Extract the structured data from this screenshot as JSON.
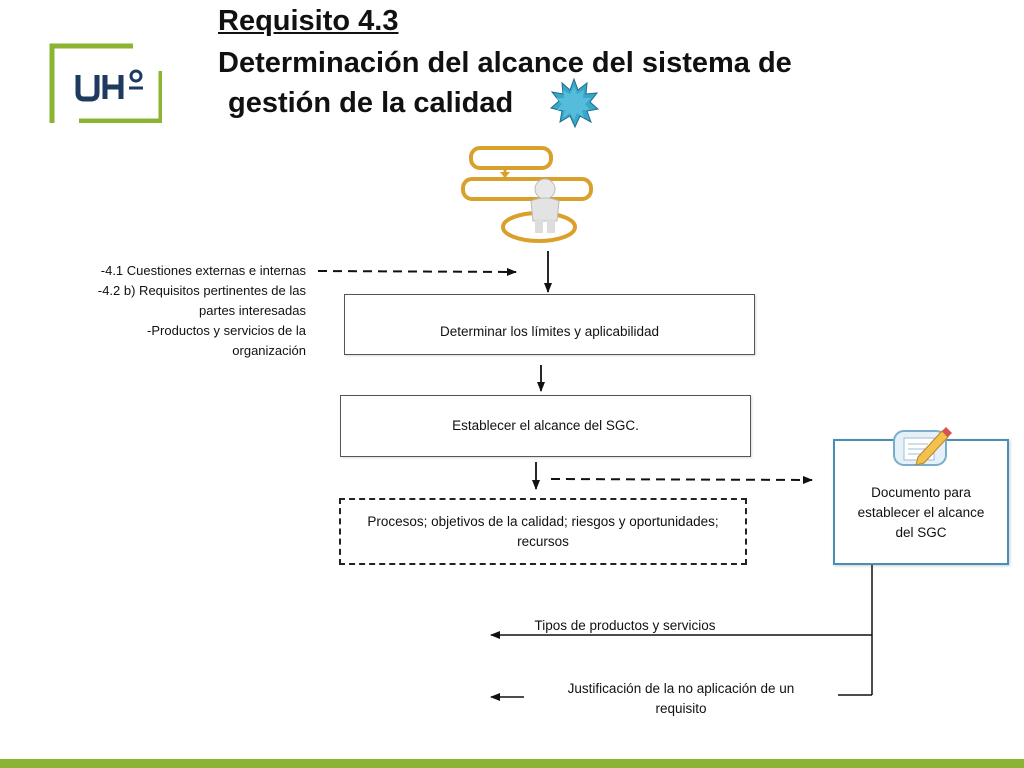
{
  "title": {
    "line1": "Requisito 4.3",
    "line2": "Determinación del alcance del sistema de",
    "line3": "gestión de la calidad"
  },
  "logo": {
    "text": "UHº",
    "color": "#8ab432",
    "text_color": "#1e3a5f"
  },
  "inputs": {
    "lines": [
      "-4.1 Cuestiones externas e internas",
      "-4.2 b) Requisitos pertinentes de las",
      "partes interesadas",
      "-Productos y servicios de la",
      "organización"
    ]
  },
  "steps": {
    "step1": "Determinar los límites y aplicabilidad",
    "step2": "Establecer el alcance del SGC.",
    "step3": "Procesos; objetivos de la calidad; riesgos y oportunidades; recursos"
  },
  "document": {
    "label": "Documento para establecer el alcance del SGC"
  },
  "outputs": {
    "out1": "Tipos de productos y servicios",
    "out2": "Justificación de la no aplicación de un requisito"
  },
  "colors": {
    "accent_green": "#8ab432",
    "doc_border": "#4a8fb3",
    "star": "#3aa6c9"
  }
}
